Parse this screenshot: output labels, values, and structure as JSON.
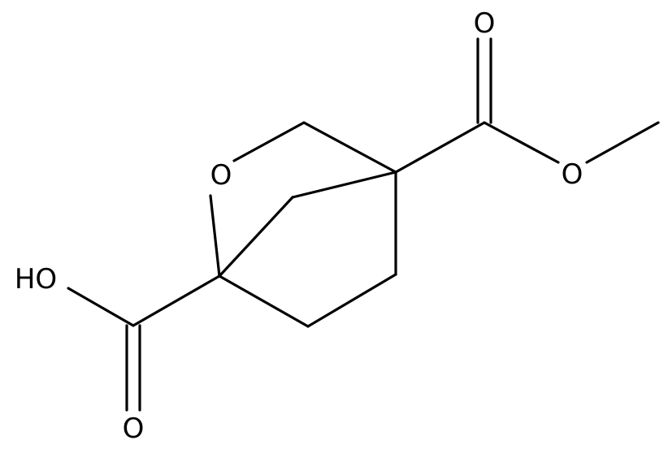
{
  "molecule": {
    "labels": {
      "ring_oxygen": "O",
      "acid_hydroxyl": "HO",
      "acid_carbonyl_oxygen": "O",
      "ester_carbonyl_oxygen": "O",
      "ester_oxygen": "O"
    },
    "colors": {
      "bond": "#000000",
      "label": "#000000",
      "background": "#ffffff"
    }
  }
}
